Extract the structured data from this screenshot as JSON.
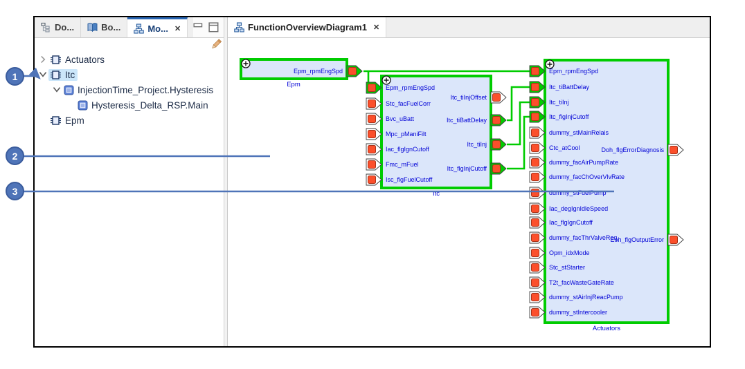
{
  "sidebar": {
    "tabs": [
      {
        "label": "Do...",
        "icon": "tree-icon",
        "active": false
      },
      {
        "label": "Bo...",
        "icon": "book-icon",
        "active": false
      },
      {
        "label": "Mo...",
        "icon": "diagram-icon",
        "active": true,
        "close_glyph": "✕"
      }
    ],
    "tree": [
      {
        "label": "Actuators",
        "icon": "module-icon",
        "chevron": "collapsed",
        "indent": 0,
        "selected": false
      },
      {
        "label": "Itc",
        "icon": "module-icon",
        "chevron": "expanded",
        "indent": 0,
        "selected": true
      },
      {
        "label": "InjectionTime_Project.Hysteresis",
        "icon": "component-icon",
        "chevron": "expanded",
        "indent": 1,
        "selected": false
      },
      {
        "label": "Hysteresis_Delta_RSP.Main",
        "icon": "component-icon",
        "chevron": "none",
        "indent": 2,
        "selected": false
      },
      {
        "label": "Epm",
        "icon": "module-icon",
        "chevron": "none",
        "indent": 0,
        "selected": false
      }
    ]
  },
  "editor": {
    "tab": {
      "label": "FunctionOverviewDiagram1",
      "icon": "diagram-icon",
      "close_glyph": "✕"
    }
  },
  "diagram": {
    "blocks": [
      {
        "name": "Epm",
        "label": "Epm",
        "inputs": [],
        "outputs": [
          {
            "label": "Epm_rpmEngSpd",
            "connected": true
          }
        ]
      },
      {
        "name": "Itc",
        "label": "Itc",
        "inputs": [
          {
            "label": "Epm_rpmEngSpd",
            "connected": true
          },
          {
            "label": "Stc_facFuelCorr",
            "connected": false
          },
          {
            "label": "Bvc_uBatt",
            "connected": false
          },
          {
            "label": "Mpc_pManiFilt",
            "connected": false
          },
          {
            "label": "Iac_flgIgnCutoff",
            "connected": false
          },
          {
            "label": "Fmc_mFuel",
            "connected": false
          },
          {
            "label": "Isc_flgFuelCutoff",
            "connected": false
          }
        ],
        "outputs": [
          {
            "label": "Itc_tiInjOffset",
            "connected": false
          },
          {
            "label": "Itc_tiBattDelay",
            "connected": true
          },
          {
            "label": "Itc_tiInj",
            "connected": true
          },
          {
            "label": "Itc_flgInjCutoff",
            "connected": true
          }
        ]
      },
      {
        "name": "Actuators",
        "label": "Actuators",
        "inputs": [
          {
            "label": "Epm_rpmEngSpd",
            "connected": true
          },
          {
            "label": "Itc_tiBattDelay",
            "connected": true
          },
          {
            "label": "Itc_tiInj",
            "connected": true
          },
          {
            "label": "Itc_flgInjCutoff",
            "connected": true
          },
          {
            "label": "dummy_stMainRelais",
            "connected": false
          },
          {
            "label": "Ctc_atCool",
            "connected": false
          },
          {
            "label": "dummy_facAirPumpRate",
            "connected": false
          },
          {
            "label": "dummy_facChOverVlvRate",
            "connected": false
          },
          {
            "label": "dummy_stFuelPump",
            "connected": false
          },
          {
            "label": "Iac_degIgnIdleSpeed",
            "connected": false
          },
          {
            "label": "Iac_flgIgnCutoff",
            "connected": false
          },
          {
            "label": "dummy_facThrValveReq",
            "connected": false
          },
          {
            "label": "Opm_idxMode",
            "connected": false
          },
          {
            "label": "Stc_stStarter",
            "connected": false
          },
          {
            "label": "T2t_facWasteGateRate",
            "connected": false
          },
          {
            "label": "dummy_stAirInjReacPump",
            "connected": false
          },
          {
            "label": "dummy_stIntercooler",
            "connected": false
          }
        ],
        "outputs": [
          {
            "label": "Doh_flgErrorDiagnosis",
            "connected": false
          },
          {
            "label": "Eoh_flgOutputError",
            "connected": false
          }
        ]
      }
    ]
  },
  "callouts": [
    {
      "number": "1"
    },
    {
      "number": "2"
    },
    {
      "number": "3"
    }
  ],
  "colors": {
    "wire_green": "#00cc00",
    "port_red": "#fb4f2b",
    "block_fill": "#dbe6fa",
    "label_blue": "#0000d6",
    "callout_blue": "#4f74b8",
    "tab_accent": "#2a67b5",
    "selection": "#cbe6fa"
  }
}
